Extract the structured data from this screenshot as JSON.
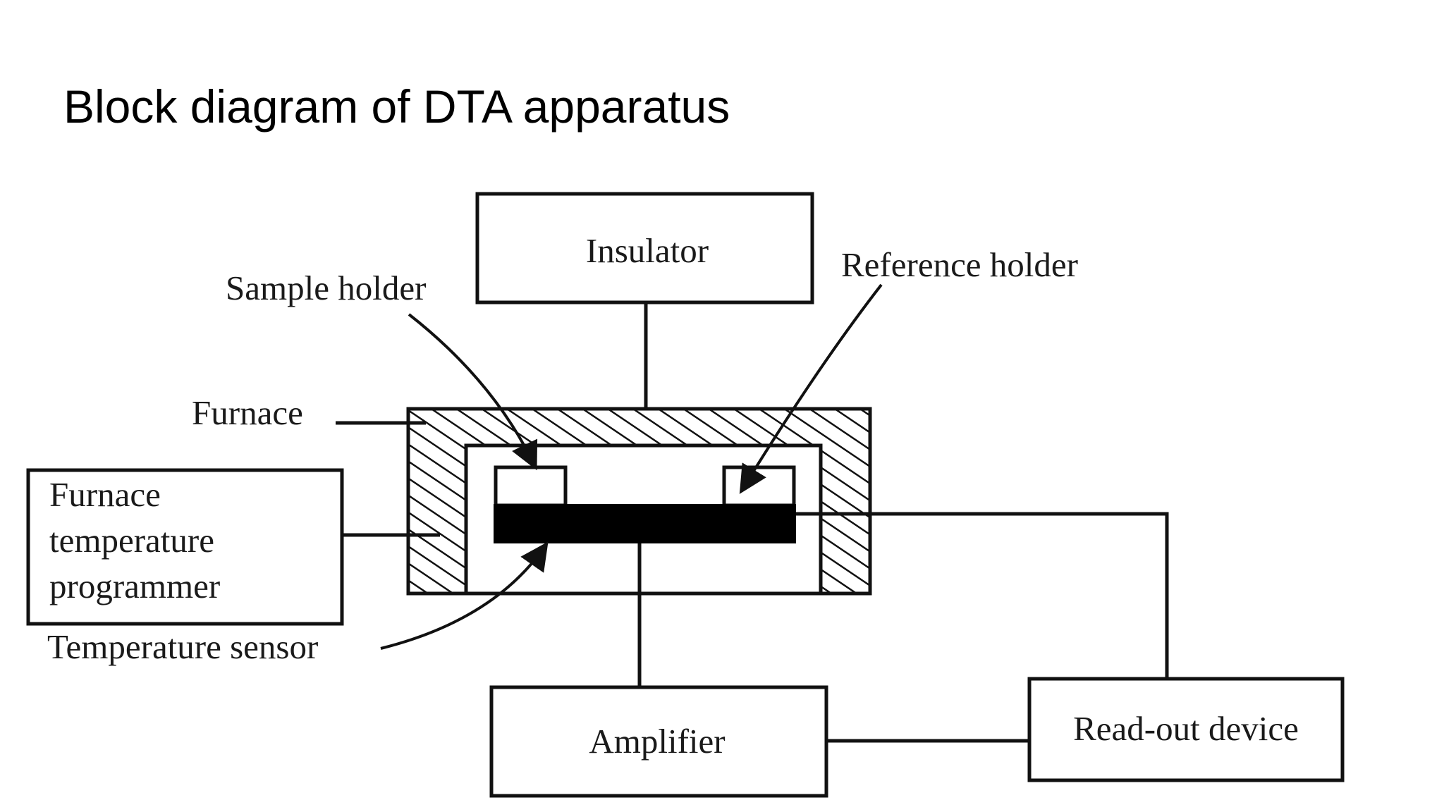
{
  "slide": {
    "title": "Block diagram of DTA apparatus"
  },
  "diagram": {
    "labels": {
      "insulator": "Insulator",
      "sample_holder": "Sample holder",
      "reference_holder": "Reference holder",
      "furnace": "Furnace",
      "programmer_line1": "Furnace",
      "programmer_line2": "temperature",
      "programmer_line3": "programmer",
      "temperature_sensor": "Temperature sensor",
      "amplifier": "Amplifier",
      "readout_device": "Read-out device"
    }
  }
}
